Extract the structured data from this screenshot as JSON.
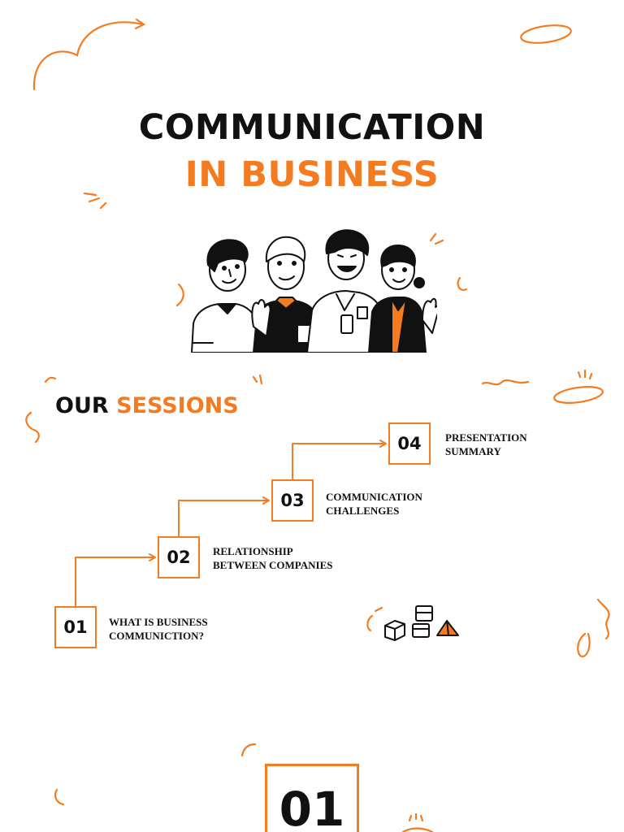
{
  "colors": {
    "accent": "#f47b20",
    "text": "#111111",
    "background": "#ffffff"
  },
  "title": {
    "line1": "COMMUNICATION",
    "line2": "IN BUSINESS"
  },
  "sessions": {
    "heading_prefix": "OUR",
    "heading_highlight": "SESSIONS",
    "steps": [
      {
        "number": "01",
        "label_line1": "WHAT IS BUSINESS",
        "label_line2": "COMMUNICTION?"
      },
      {
        "number": "02",
        "label_line1": "RELATIONSHIP",
        "label_line2": "BETWEEN COMPANIES"
      },
      {
        "number": "03",
        "label_line1": "COMMUNICATION",
        "label_line2": "CHALLENGES"
      },
      {
        "number": "04",
        "label_line1": "PRESENTATION",
        "label_line2": "SUMMARY"
      }
    ]
  },
  "next_section": {
    "number": "01"
  },
  "icons": {
    "illustration": "team-people-illustration",
    "blocks": "building-blocks-icon"
  }
}
